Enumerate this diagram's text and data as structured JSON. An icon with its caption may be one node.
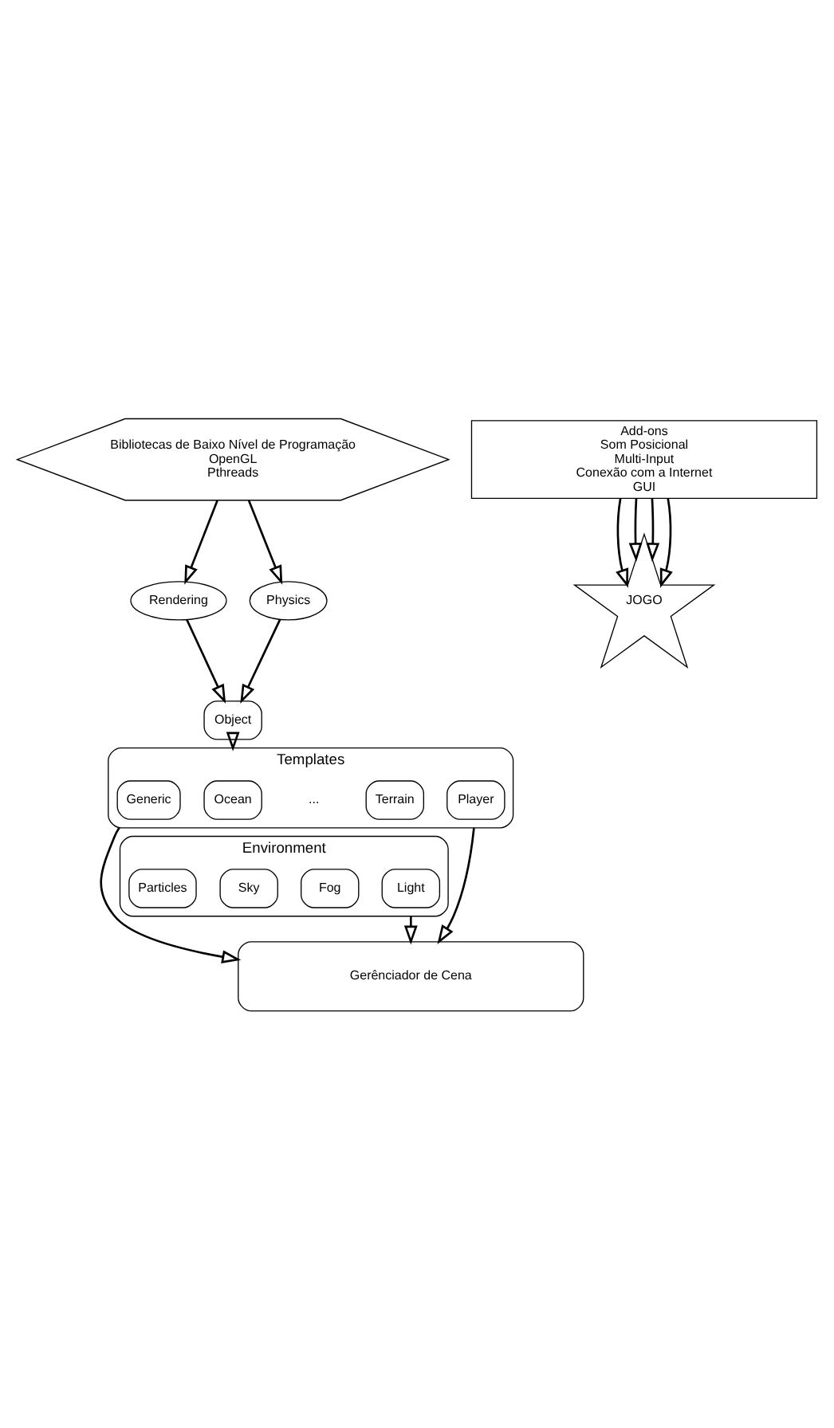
{
  "diagram": {
    "nodes": [
      {
        "text": [
          "Bibliotecas de Baixo Nível de Programação",
          "OpenGL",
          "Pthreads"
        ]
      },
      {
        "text": [
          "Rendering"
        ]
      },
      {
        "text": [
          "Physics"
        ]
      },
      {
        "text": [
          "Object"
        ]
      },
      {
        "text": [
          "Templates"
        ]
      },
      {
        "text": [
          "Generic"
        ],
        "in": 4
      },
      {
        "text": [
          "Terrain"
        ],
        "in": 4
      },
      {
        "text": [
          "Ocean"
        ],
        "in": 4
      },
      {
        "text": [
          "Player"
        ],
        "in": 4
      },
      {
        "text": [
          "Environment"
        ]
      },
      {
        "text": [
          "Light"
        ],
        "in": 9
      },
      {
        "text": [
          "Fog"
        ],
        "in": 9
      },
      {
        "text": [
          "Sky"
        ],
        "in": 9
      },
      {
        "text": [
          "Particles"
        ],
        "in": 9
      },
      {
        "text": [
          "Gerênciador de Cena"
        ]
      },
      {
        "text": [
          "Add-ons",
          "Som Posicional",
          "Multi-Input",
          "Conexão com a Internet",
          "GUI"
        ]
      },
      {
        "text": [
          "JOGO"
        ]
      }
    ],
    "edges": [
      {
        "from": 0,
        "to": 1,
        "arrow": "to"
      },
      {
        "from": 0,
        "to": 2,
        "arrow": "to"
      },
      {
        "from": 1,
        "to": 3,
        "arrow": "to"
      },
      {
        "from": 2,
        "to": 3,
        "arrow": "to"
      },
      {
        "from": 3,
        "to": 4,
        "arrow": "to"
      },
      {
        "from": 4,
        "to": 14,
        "arrow": "to"
      },
      {
        "from": 4,
        "to": 14,
        "arrow": "to"
      },
      {
        "from": 9,
        "to": 14,
        "arrow": "to"
      },
      {
        "from": 15,
        "to": 16,
        "arrow": "to"
      },
      {
        "from": 15,
        "to": 16,
        "arrow": "to"
      },
      {
        "from": 15,
        "to": 16,
        "arrow": "to"
      },
      {
        "from": 15,
        "to": 16,
        "arrow": "to"
      }
    ],
    "labels": [
      "..."
    ]
  }
}
